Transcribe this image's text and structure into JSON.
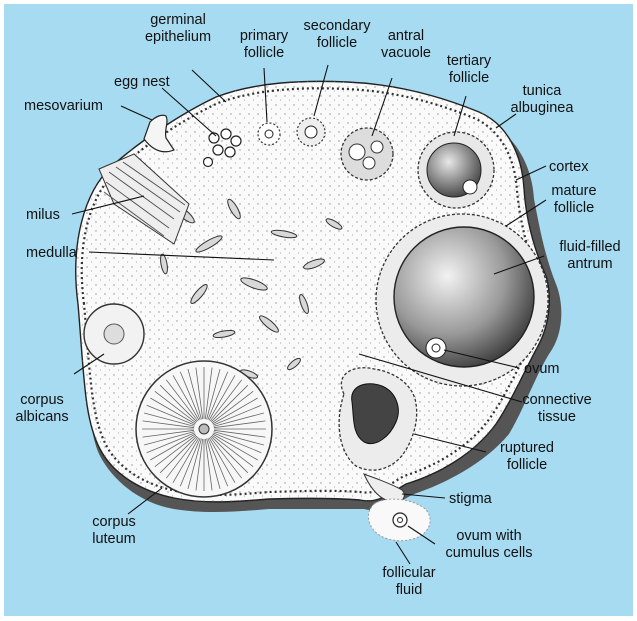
{
  "labels": {
    "germinal_epithelium": [
      "germinal",
      "epithelium"
    ],
    "primary_follicle": [
      "primary",
      "follicle"
    ],
    "secondary_follicle": [
      "secondary",
      "follicle"
    ],
    "antral_vacuole": [
      "antral",
      "vacuole"
    ],
    "tertiary_follicle": [
      "tertiary",
      "follicle"
    ],
    "tunica_albuginea": [
      "tunica",
      "albuginea"
    ],
    "egg_nest": [
      "egg nest"
    ],
    "mesovarium": [
      "mesovarium"
    ],
    "cortex": [
      "cortex"
    ],
    "mature_follicle": [
      "mature",
      "follicle"
    ],
    "milus": [
      "milus"
    ],
    "medulla": [
      "medulla"
    ],
    "fluid_filled_antrum": [
      "fluid-filled",
      "antrum"
    ],
    "ovum": [
      "ovum"
    ],
    "corpus_albicans": [
      "corpus",
      "albicans"
    ],
    "connective_tissue": [
      "connective",
      "tissue"
    ],
    "ruptured_follicle": [
      "ruptured",
      "follicle"
    ],
    "stigma": [
      "stigma"
    ],
    "corpus_luteum": [
      "corpus",
      "luteum"
    ],
    "ovum_with_cumulus_cells": [
      "ovum with",
      "cumulus cells"
    ],
    "follicular_fluid": [
      "follicular",
      "fluid"
    ]
  },
  "colors": {
    "background": "#a7dbf1",
    "tissue": "#fafafa",
    "outline": "#222222",
    "shade": "#555555"
  }
}
